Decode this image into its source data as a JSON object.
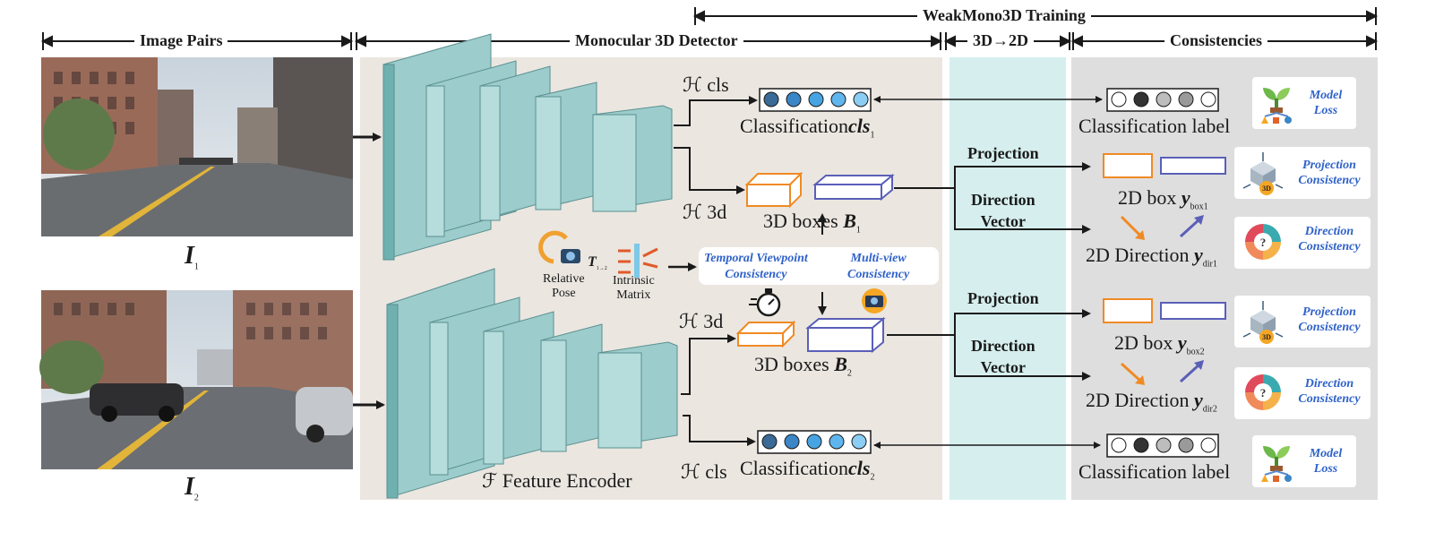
{
  "headers": {
    "training": "WeakMono3D Training",
    "image_pairs": "Image Pairs",
    "detector": "Monocular 3D Detector",
    "proj_2d": "3D→2D",
    "consistencies": "Consistencies"
  },
  "images": {
    "label_1": "I",
    "sub_1": "1",
    "label_2": "I",
    "sub_2": "2"
  },
  "top_branch": {
    "head_cls": "ℋ cls",
    "classification": "Classification",
    "cls_var": "cls",
    "cls_sub": "1",
    "head_3d": "ℋ 3d",
    "boxes": "3D boxes",
    "boxes_var": "B",
    "boxes_sub": "1"
  },
  "bottom_branch": {
    "head_3d": "ℋ 3d",
    "boxes": "3D boxes",
    "boxes_var": "B",
    "boxes_sub": "2",
    "head_cls": "ℋ cls",
    "classification": "Classification",
    "cls_var": "cls",
    "cls_sub": "2"
  },
  "encoder_label": "ℱ Feature Encoder",
  "pose": {
    "relative_pose": "Relative\nPose",
    "t_var": "T",
    "t_sub": "1→2",
    "intrinsic": "Intrinsic\nMatrix"
  },
  "consistency_boxes": {
    "temporal": "Temporal Viewpoint\nConsistency",
    "multiview": "Multi-view\nConsistency"
  },
  "projection_labels": {
    "projection_1": "Projection",
    "direction_1": "Direction\nVector",
    "projection_2": "Projection",
    "direction_2": "Direction\nVector"
  },
  "outputs": {
    "cls_label_1": "Classification label",
    "box2d_1": "2D box",
    "box2d_var_1": "y",
    "box2d_sub_1": "box1",
    "dir2d_1": "2D Direction",
    "dir2d_var_1": "y",
    "dir2d_sub_1": "dir1",
    "box2d_2": "2D box",
    "box2d_var_2": "y",
    "box2d_sub_2": "box2",
    "dir2d_2": "2D Direction",
    "dir2d_var_2": "y",
    "dir2d_sub_2": "dir2",
    "cls_label_2": "Classification label"
  },
  "cards": {
    "model_loss_1": "Model\nLoss",
    "proj_cons_1": "Projection\nConsistency",
    "dir_cons_1": "Direction\nConsistency",
    "proj_cons_2": "Projection\nConsistency",
    "dir_cons_2": "Direction\nConsistency",
    "model_loss_2": "Model\nLoss"
  },
  "colors": {
    "detector_bg": "#ebe6e0",
    "projection_bg": "#d6efee",
    "consistency_bg": "#dedede",
    "encoder_face": "#9ccccc",
    "encoder_side": "#6fb0b0",
    "box_orange": "#f08a24",
    "box_blue": "#5a5fb8",
    "accent_blue": "#2f62c9"
  }
}
